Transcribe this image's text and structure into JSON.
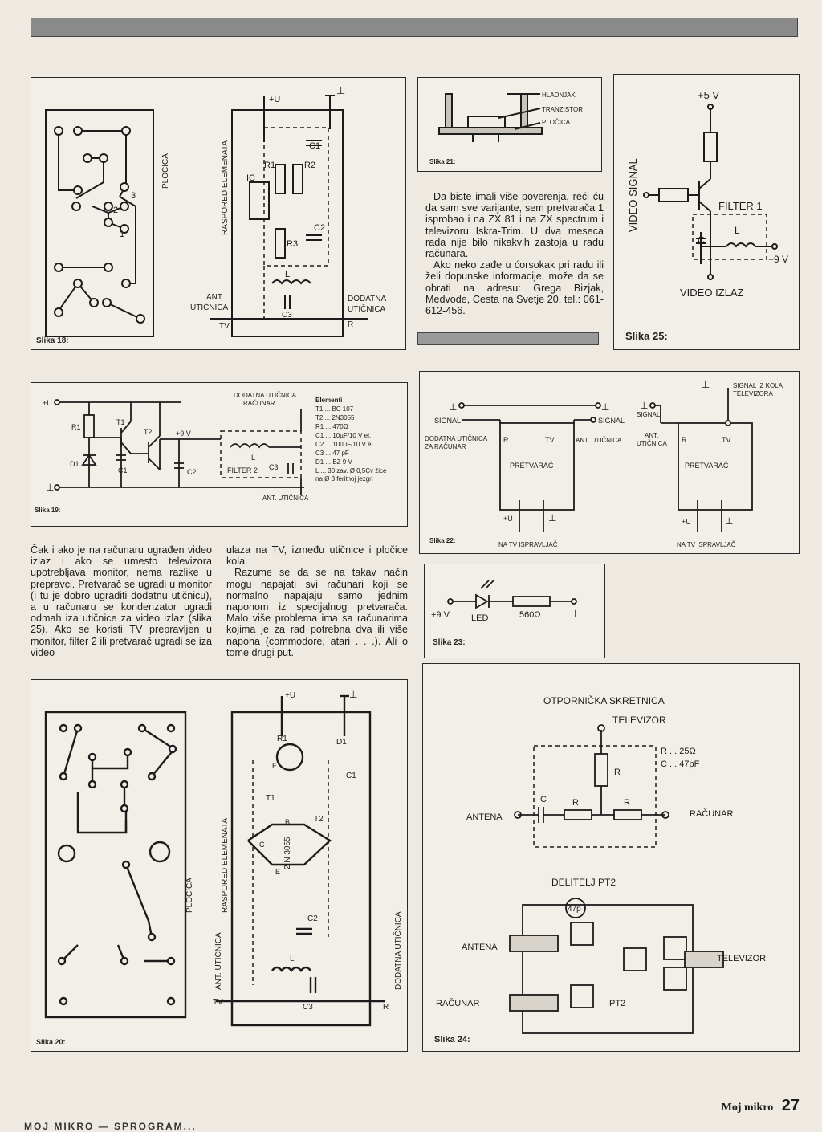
{
  "footer": {
    "brand": "Moj mikro",
    "page": "27",
    "bottom_strip": "MOJ MIKRO — SPROGRAM..."
  },
  "fig18": {
    "caption": "Slika 18:",
    "plocica": "PLOČICA",
    "raspored": "RASPORED ELEMENATA",
    "plus_u": "+U",
    "ground": "⊥",
    "ic": "IC",
    "r1": "R1",
    "r2": "R2",
    "r3": "R3",
    "c1": "C1",
    "c2": "C2",
    "c3": "C3",
    "l": "L",
    "pin1": "1",
    "pin2": "2",
    "pin3": "3",
    "ant_line1": "ANT.",
    "ant_line2": "UTIČNICA",
    "tv": "TV",
    "dod_line1": "DODATNA",
    "dod_line2": "UTIČNICA",
    "r": "R"
  },
  "fig21": {
    "caption": "Slika 21:",
    "labels": [
      "HLADNJAK",
      "TRANZISTOR",
      "PLOČICA"
    ]
  },
  "fig25": {
    "caption": "Slika 25:",
    "plus5": "+5 V",
    "video_signal": "VIDEO SIGNAL",
    "filter1": "FILTER 1",
    "c": "C",
    "l": "L",
    "plus9": "+9 V",
    "video_izlaz": "VIDEO IZLAZ"
  },
  "article_right": {
    "paragraphs": [
      "Da biste imali više poverenja, reći ću da sam sve varijante, sem pretvarača 1 isprobao i na ZX 81 i na ZX spectrum i televizoru Iskra-Trim. U dva meseca rada nije bilo nikakvih zastoja u radu računara.",
      "Ako neko zađe u ćorsokak pri radu ili želi dopunske informacije, može da se obrati na adresu: Grega Bizjak, Medvode, Cesta na Svetje 20, tel.: 061-612-456."
    ]
  },
  "fig19": {
    "caption": "Slika 19:",
    "plus_u": "+U",
    "ground": "⊥",
    "r1": "R1",
    "t1": "T1",
    "t2": "T2",
    "d1": "D1",
    "c1": "C1",
    "c2": "C2",
    "c3": "C3",
    "l": "L",
    "plus9": "+9 V",
    "filter2": "FILTER 2",
    "dod_line1": "DODATNA UTIČNICA",
    "dod_line2": "RAČUNAR",
    "ant": "ANT. UTIČNICA",
    "elem_title": "Elementi",
    "elements": [
      "T1 ... BC 107",
      "T2 ... 2N3055",
      "R1 ... 470Ω",
      "C1 ... 10µF/10 V el.",
      "C2 ... 100µF/10 V el.",
      "C3 ... 47 pF",
      "D1 ... BZ 9 V",
      "L ... 30 zav. Ø 0,5Cv žice",
      "na Ø 3 feritnoj jezgri"
    ]
  },
  "fig22": {
    "caption": "Slika 22:",
    "ground": "⊥",
    "signal_l": "SIGNAL",
    "signal_r": "SIGNAL",
    "dod_line1": "DODATNA UTIČNICA",
    "dod_line2": "ZA RAČUNAR",
    "r": "R",
    "tv": "TV",
    "pretvarac": "PRETVARAČ",
    "plus_u": "+U",
    "ant": "ANT. UTIČNICA",
    "na_tv": "NA TV ISPRAVLJAČ",
    "signal_kola1": "SIGNAL IZ KOLA",
    "signal_kola2": "TELEVIZORA",
    "signal_r2": "SIGNAL",
    "ant2_line1": "ANT.",
    "ant2_line2": "UTIČNICA",
    "r2": "R",
    "tv2": "TV",
    "pretvarac2": "PRETVARAČ",
    "plus_u2": "+U",
    "na_tv2": "NA TV ISPRAVLJAČ"
  },
  "fig23": {
    "caption": "Slika 23:",
    "plus9": "+9 V",
    "led": "LED",
    "res": "560Ω",
    "ground": "⊥"
  },
  "article_left": {
    "paragraphs": [
      "Čak i ako je na računaru ugrađen video izlaz i ako se umesto televizora upotrebljava monitor, nema razlike u prepravci. Pretvarač se ugradi u monitor (i tu je dobro ugraditi dodatnu utičnicu), a u računaru se kondenzator ugradi odmah iza utičnice za video izlaz (slika 25). Ako se koristi TV prepravljen u monitor, filter 2 ili pretvarač ugradi se iza video"
    ]
  },
  "article_mid": {
    "paragraphs": [
      "ulaza na TV, između utičnice i pločice kola.",
      "Razume se da se na takav način mogu napajati svi računari koji se normalno napajaju samo jednim naponom iz specijalnog pretvarača. Malo više problema ima sa računarima kojima je za rad potrebna dva ili više napona (commodore, atari . . .). Ali o tome drugi put."
    ]
  },
  "fig20": {
    "caption": "Slika 20:",
    "plocica": "PLOČICA",
    "raspored": "RASPORED ELEMENATA",
    "plus_u": "+U",
    "ground": "⊥",
    "r1": "R1",
    "d1": "D1",
    "c1": "C1",
    "t1": "T1",
    "t2": "T2",
    "e": "E",
    "b": "B",
    "c": "C",
    "part": "2 N 3055",
    "c2": "C2",
    "c3": "C3",
    "l": "L",
    "ant": "ANT. UTIČNICA",
    "dod": "DODATNA UTIČNICA",
    "tv": "TV",
    "r": "R"
  },
  "fig24": {
    "caption": "Slika 24:",
    "title1": "OTPORNIČKA SKRETNICA",
    "televizor": "TELEVIZOR",
    "values": [
      "R ... 25Ω",
      "C ... 47pF"
    ],
    "r": "R",
    "c": "C",
    "antena": "ANTENA",
    "racunar": "RAČUNAR",
    "title2": "DELITELJ PT2",
    "cap47": "47p",
    "antena2": "ANTENA",
    "televizor2": "TELEVIZOR",
    "racunar2": "RAČUNAR",
    "pt2": "PT2"
  }
}
